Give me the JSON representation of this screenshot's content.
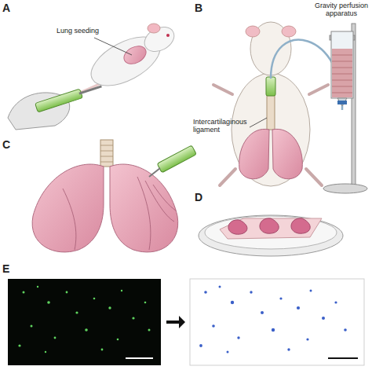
{
  "diagram": {
    "labels": [
      "A",
      "Lung seeding",
      "B",
      "Gravity perfusion apparatus",
      "Intercartilaginous ligament",
      "C",
      "D",
      "E"
    ]
  }
}
